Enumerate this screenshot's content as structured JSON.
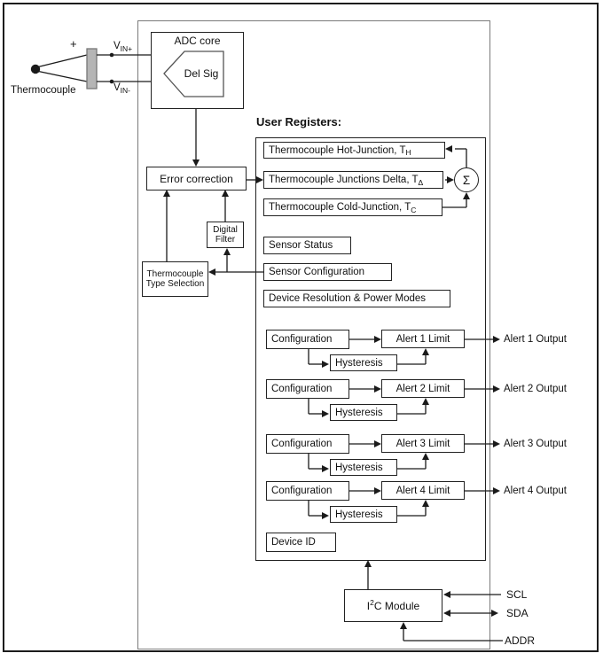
{
  "input": {
    "thermocouple_label": "Thermocouple",
    "polarity_plus": "+",
    "vin_plus": {
      "base": "V",
      "sub": "IN+"
    },
    "vin_minus": {
      "base": "V",
      "sub": "IN-"
    }
  },
  "adc": {
    "title": "ADC core",
    "modulator": "Del Sig"
  },
  "processing": {
    "error_correction": "Error correction",
    "digital_filter": "Digital Filter",
    "type_selection": "Thermocouple Type Selection"
  },
  "user_registers": {
    "title": "User Registers:",
    "hot_junction": {
      "text": "Thermocouple Hot-Junction, T",
      "sub": "H"
    },
    "junctions_delta": {
      "text": "Thermocouple Junctions Delta, T",
      "sub": "Δ"
    },
    "cold_junction": {
      "text": "Thermocouple Cold-Junction, T",
      "sub": "C"
    },
    "summation_symbol": "Σ",
    "sensor_status": "Sensor Status",
    "sensor_configuration": "Sensor Configuration",
    "device_resolution": "Device Resolution & Power Modes",
    "device_id": "Device ID"
  },
  "alerts": [
    {
      "configuration": "Configuration",
      "hysteresis": "Hysteresis",
      "limit": "Alert 1 Limit",
      "output": "Alert 1 Output"
    },
    {
      "configuration": "Configuration",
      "hysteresis": "Hysteresis",
      "limit": "Alert 2 Limit",
      "output": "Alert 2 Output"
    },
    {
      "configuration": "Configuration",
      "hysteresis": "Hysteresis",
      "limit": "Alert 3 Limit",
      "output": "Alert 3 Output"
    },
    {
      "configuration": "Configuration",
      "hysteresis": "Hysteresis",
      "limit": "Alert 4 Limit",
      "output": "Alert 4 Output"
    }
  ],
  "i2c": {
    "pre": "I",
    "sup": "2",
    "post": "C Module"
  },
  "pins": {
    "scl": "SCL",
    "sda": "SDA",
    "addr": "ADDR"
  },
  "colors": {
    "line": "#1a1a1a",
    "chip_border": "#7a7a7a",
    "plate_fill": "#b5b5b5"
  }
}
